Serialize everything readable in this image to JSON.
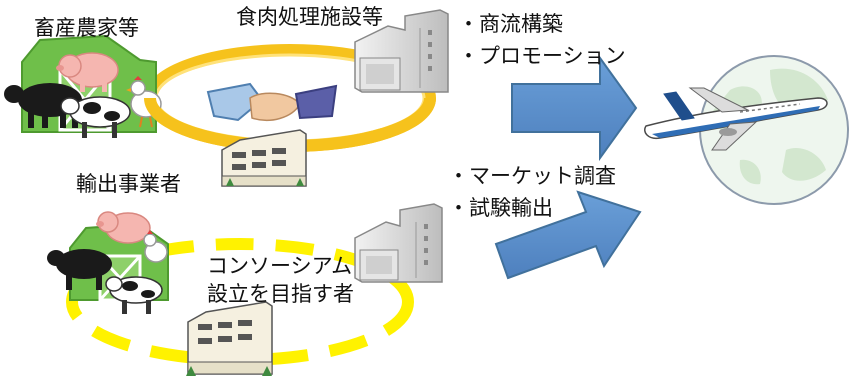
{
  "labels": {
    "livestock_farmers": "畜産農家等",
    "meat_processing": "食肉処理施設等",
    "exporters": "輸出事業者",
    "consortium_line1": "コンソーシアム",
    "consortium_line2": "設立を目指す者"
  },
  "activities_upper": [
    "・商流構築",
    "・プロモーション"
  ],
  "activities_lower": [
    "・マーケット調査",
    "・試験輸出"
  ],
  "colors": {
    "ring_solid": "#F6C21C",
    "ring_dashed": "#FFF200",
    "arrow": "#5B8FCB",
    "arrow_stroke": "#41719C",
    "barn": "#6FBF4A",
    "globe": "#E8F3E8"
  },
  "icons": [
    "barn-icon",
    "pig-icon",
    "cow-icon",
    "chicken-icon",
    "factory-icon",
    "office-building-icon",
    "handshake-icon",
    "airplane-icon",
    "globe-icon"
  ]
}
